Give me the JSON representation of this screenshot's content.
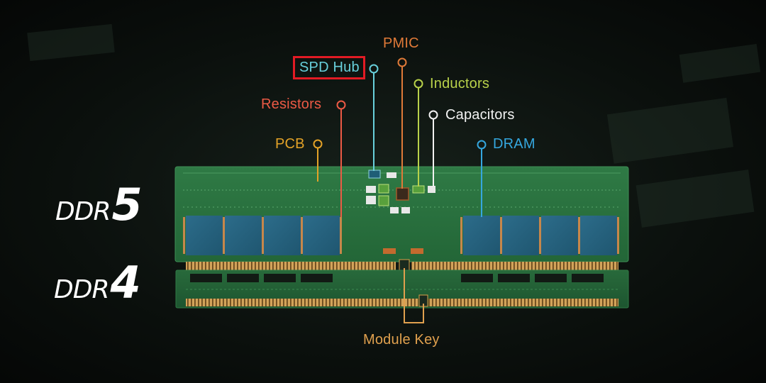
{
  "modules": {
    "ddr5": {
      "prefix": "DDR",
      "gen": "5"
    },
    "ddr4": {
      "prefix": "DDR",
      "gen": "4"
    }
  },
  "labels": {
    "pmic": "PMIC",
    "spd_hub": "SPD Hub",
    "inductors": "Inductors",
    "resistors": "Resistors",
    "capacitors": "Capacitors",
    "pcb": "PCB",
    "dram": "DRAM",
    "module_key": "Module Key"
  },
  "colors": {
    "pmic": "#e07a38",
    "spd_hub": "#68d0dc",
    "inductors": "#b9d24a",
    "resistors": "#ec5a45",
    "capacitors": "#f2f2f2",
    "pcb": "#e3a227",
    "dram": "#35a7df",
    "module_key": "#e0a04e",
    "highlight": "#e21b24"
  }
}
